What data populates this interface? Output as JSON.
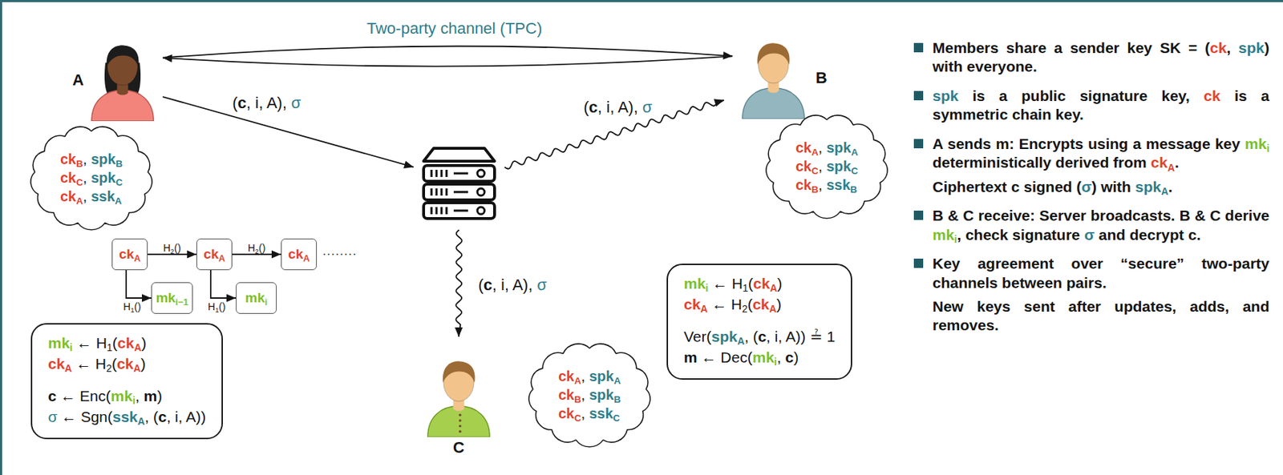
{
  "diagram": {
    "nodes": [
      {
        "text": [
          "A"
        ]
      },
      {
        "text": [
          "B"
        ]
      },
      {
        "text": []
      },
      {
        "text": [
          "ckB, spkB",
          "ckC, spkC",
          "ckA, sskA"
        ]
      },
      {
        "text": [
          "ckA, spkA",
          "ckC, spkC",
          "ckB, sskB"
        ]
      },
      {
        "text": [
          "ckA"
        ]
      },
      {
        "text": [
          "ckA"
        ]
      },
      {
        "text": [
          "ckA"
        ]
      },
      {
        "text": [
          "mki−1"
        ]
      },
      {
        "text": [
          "mki"
        ]
      },
      {
        "text": [
          "mki ← H1(ckA)",
          "ckA ← H2(ckA)",
          "c ← Enc(mki, m)",
          "σ ← Sgn(sskA, (c, i, A))"
        ]
      },
      {
        "text": [
          "mki ← H1(ckA)",
          "ckA ← H2(ckA)",
          "Ver(spkA, (c, i, A)) ≟ 1",
          "m ← Dec(mki, c)"
        ]
      },
      {
        "text": [
          "C"
        ]
      },
      {
        "text": [
          "ckA, spkA",
          "ckB, spkB",
          "ckC, sskC"
        ]
      }
    ],
    "edges": [
      {
        "from": 0,
        "to": 1,
        "arrow": "both",
        "label": "Two-party channel (TPC)"
      },
      {
        "from": 0,
        "to": 2,
        "arrow": "to",
        "label": "(c, i, A), σ"
      },
      {
        "from": 2,
        "to": 1,
        "arrow": "to",
        "label": "(c, i, A), σ"
      },
      {
        "from": 2,
        "to": 12,
        "arrow": "to",
        "label": "(c, i, A), σ"
      },
      {
        "from": 5,
        "to": 6,
        "arrow": "to",
        "label": "H2()"
      },
      {
        "from": 6,
        "to": 7,
        "arrow": "to",
        "label": "H2()"
      },
      {
        "from": 5,
        "to": 8,
        "arrow": "to",
        "label": "H1()"
      },
      {
        "from": 6,
        "to": 9,
        "arrow": "to",
        "label": "H1()"
      }
    ],
    "labels": [
      "........",
      "Members share a sender key SK = (ck, spk) with everyone.",
      "spk is a public signature key, ck is a symmetric chain key.",
      "A sends m: Encrypts using a message key mki deterministically derived from ckA.",
      "Ciphertext c signed (σ) with spkA.",
      "B & C receive: Server broadcasts. B & C derive mki, check signature σ and decrypt c.",
      "Key agreement over “secure” two-party channels between pairs.",
      "New keys sent after updates, adds, and removes."
    ]
  }
}
